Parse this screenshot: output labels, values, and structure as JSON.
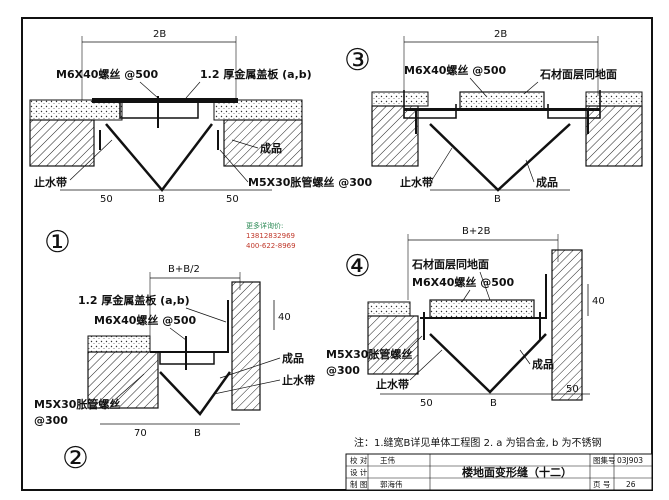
{
  "detail_1": {
    "number": "①",
    "width_dim": "2B",
    "bolt_label": "M6X40螺丝 @500",
    "plate_label": "1.2 厚金属盖板 (a,b)",
    "finished_label": "成品",
    "anchor_label": "M5X30胀管螺丝 @300",
    "waterstop_label": "止水带",
    "dim_left": "50",
    "dim_mid": "B",
    "dim_right": "50"
  },
  "detail_2": {
    "number": "②",
    "width_dim": "B+B/2",
    "plate_label": "1.2 厚金属盖板 (a,b)",
    "bolt_label": "M6X40螺丝 @500",
    "side_dim": "40",
    "anchor_label_1": "M5X30胀管螺丝",
    "anchor_label_2": "@300",
    "finished_label": "成品",
    "waterstop_label": "止水带",
    "dim_left": "70",
    "dim_mid": "B"
  },
  "detail_3": {
    "number": "③",
    "width_dim": "2B",
    "bolt_label": "M6X40螺丝 @500",
    "stone_label": "石材面层同地面",
    "finished_label": "成品",
    "waterstop_label": "止水带",
    "dim_mid": "B"
  },
  "detail_4": {
    "number": "④",
    "width_dim": "B+2B",
    "stone_label": "石材面层同地面",
    "bolt_label": "M6X40螺丝 @500",
    "side_dim": "40",
    "anchor_label_1": "M5X30胀管螺丝",
    "anchor_label_2": "@300",
    "finished_label": "成品",
    "waterstop_label": "止水带",
    "dim_left": "50",
    "dim_mid": "B",
    "dim_right": "50"
  },
  "contact": {
    "line1": "更多详询价:",
    "line2": "13812832969",
    "line3": "400-622-8969"
  },
  "note": {
    "text": "注：1.缝宽B详见单体工程图  2. a 为铝合金, b 为不锈钢"
  },
  "title_block": {
    "row1_label": "校 对",
    "row2_label": "设 计",
    "row3_label": "制 图",
    "sign1": "王伟",
    "sign2": "郭海伟",
    "drawing_title": "楼地面变形缝（十二）",
    "atlas_label": "图集号",
    "atlas_value": "03J903",
    "page_label": "页 号",
    "page_value": "26"
  }
}
